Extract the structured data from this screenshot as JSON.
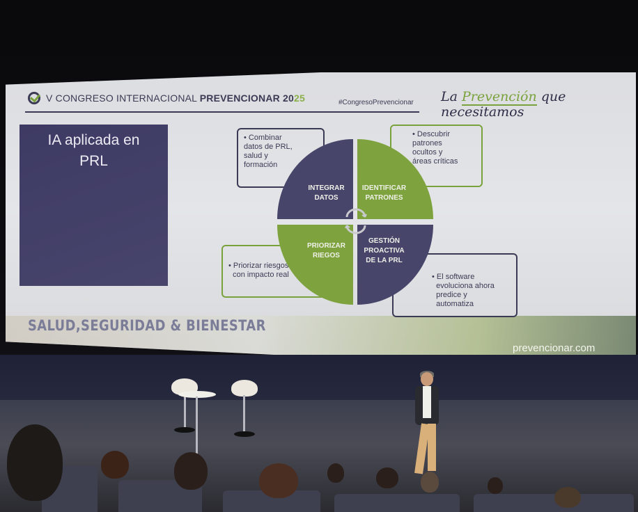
{
  "scene": {
    "description": "Conference presentation photo: speaker on stage in front of projected slide, audience seated in foreground"
  },
  "slide": {
    "header": {
      "congress_prefix": "V CONGRESO INTERNACIONAL",
      "congress_brand": "PREVENCIONAR",
      "year_part1": "20",
      "year_part2": "25",
      "hashtag": "#CongresoPrevencionar"
    },
    "tagline": {
      "part1": "La ",
      "highlight": "Prevención",
      "part2": " que necesitamos"
    },
    "title_box": {
      "line1": "IA aplicada  en",
      "line2": "PRL"
    },
    "cycle": {
      "quadrants": [
        {
          "label_line1": "INTEGRAR",
          "label_line2": "DATOS",
          "color": "#47466a"
        },
        {
          "label_line1": "IDENTIFICAR",
          "label_line2": "PATRONES",
          "color": "#7ea33e"
        },
        {
          "label_line1": "PRIORIZAR",
          "label_line2": "RIEGOS",
          "color": "#7ea33e"
        },
        {
          "label_line1": "GESTIÓN",
          "label_line2": "PROACTIVA",
          "label_line3": "DE LA PRL",
          "color": "#47466a"
        }
      ]
    },
    "info_boxes": {
      "top_left": {
        "line1": "Combinar",
        "line2": "datos de PRL,",
        "line3": "salud y",
        "line4": "formación"
      },
      "top_right": {
        "line1": "Descubrir",
        "line2": "patrones",
        "line3": "ocultos y",
        "line4": "áreas críticas"
      },
      "bottom_left": {
        "line1": "Priorizar riesgos",
        "line2": "con impacto real"
      },
      "bottom_right": {
        "line1": "El software",
        "line2": "evoluciona ahora",
        "line3": "predice y",
        "line4": "automatiza"
      }
    },
    "footer": {
      "title": "SALUD,SEGURIDAD & BIENESTAR",
      "url": "prevencionar.com"
    },
    "colors": {
      "navy": "#3b3a55",
      "green": "#7aa23c",
      "slide_bg": "#e2e3e6"
    }
  }
}
